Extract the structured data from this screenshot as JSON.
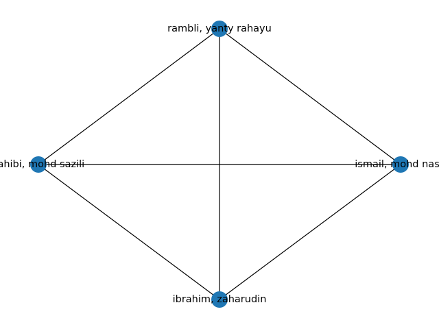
{
  "graph": {
    "node_color": "#1f77b4",
    "edge_color": "#000000",
    "nodes": [
      {
        "id": "top",
        "label": "rambli, yanty rahayu"
      },
      {
        "id": "left",
        "label": "zahibi, mohd sazili"
      },
      {
        "id": "right",
        "label": "ismail, mohd nasir"
      },
      {
        "id": "bottom",
        "label": "ibrahim, zaharudin"
      }
    ],
    "edges": [
      [
        "top",
        "left"
      ],
      [
        "top",
        "right"
      ],
      [
        "top",
        "bottom"
      ],
      [
        "left",
        "right"
      ],
      [
        "left",
        "bottom"
      ],
      [
        "right",
        "bottom"
      ]
    ]
  }
}
